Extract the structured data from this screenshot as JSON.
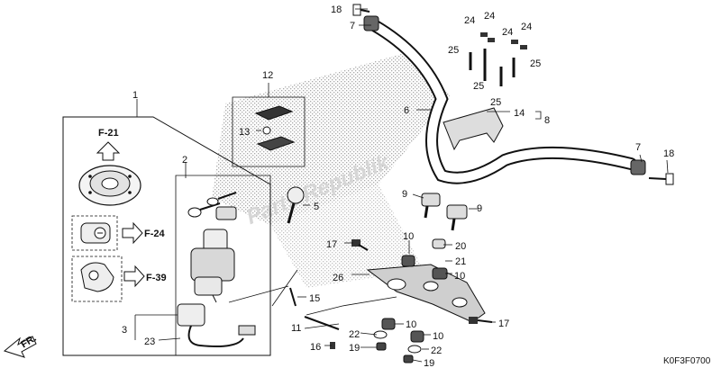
{
  "diagram": {
    "parts": {
      "p1": "1",
      "p2": "2",
      "p3": "3",
      "p5": "5",
      "p6": "6",
      "p7a": "7",
      "p7b": "7",
      "p8": "8",
      "p9a": "9",
      "p9b": "9",
      "p10a": "10",
      "p10b": "10",
      "p10c": "10",
      "p10d": "10",
      "p11": "11",
      "p12": "12",
      "p13": "13",
      "p14": "14",
      "p15": "15",
      "p16": "16",
      "p17a": "17",
      "p17b": "17",
      "p18a": "18",
      "p18b": "18",
      "p19a": "19",
      "p19b": "19",
      "p20": "20",
      "p21": "21",
      "p22a": "22",
      "p22b": "22",
      "p23": "23",
      "p24a": "24",
      "p24b": "24",
      "p24c": "24",
      "p24d": "24",
      "p25a": "25",
      "p25b": "25",
      "p25c": "25",
      "p25d": "25",
      "p26": "26"
    },
    "refs": {
      "f21": "F-21",
      "f24": "F-24",
      "f39": "F-39"
    },
    "front_label": "FR.",
    "diagram_code": "K0F3F0700",
    "watermark": "Parts Republik"
  },
  "colors": {
    "ink": "#111111",
    "hatch": "#9a9a9a",
    "bg": "#ffffff"
  }
}
